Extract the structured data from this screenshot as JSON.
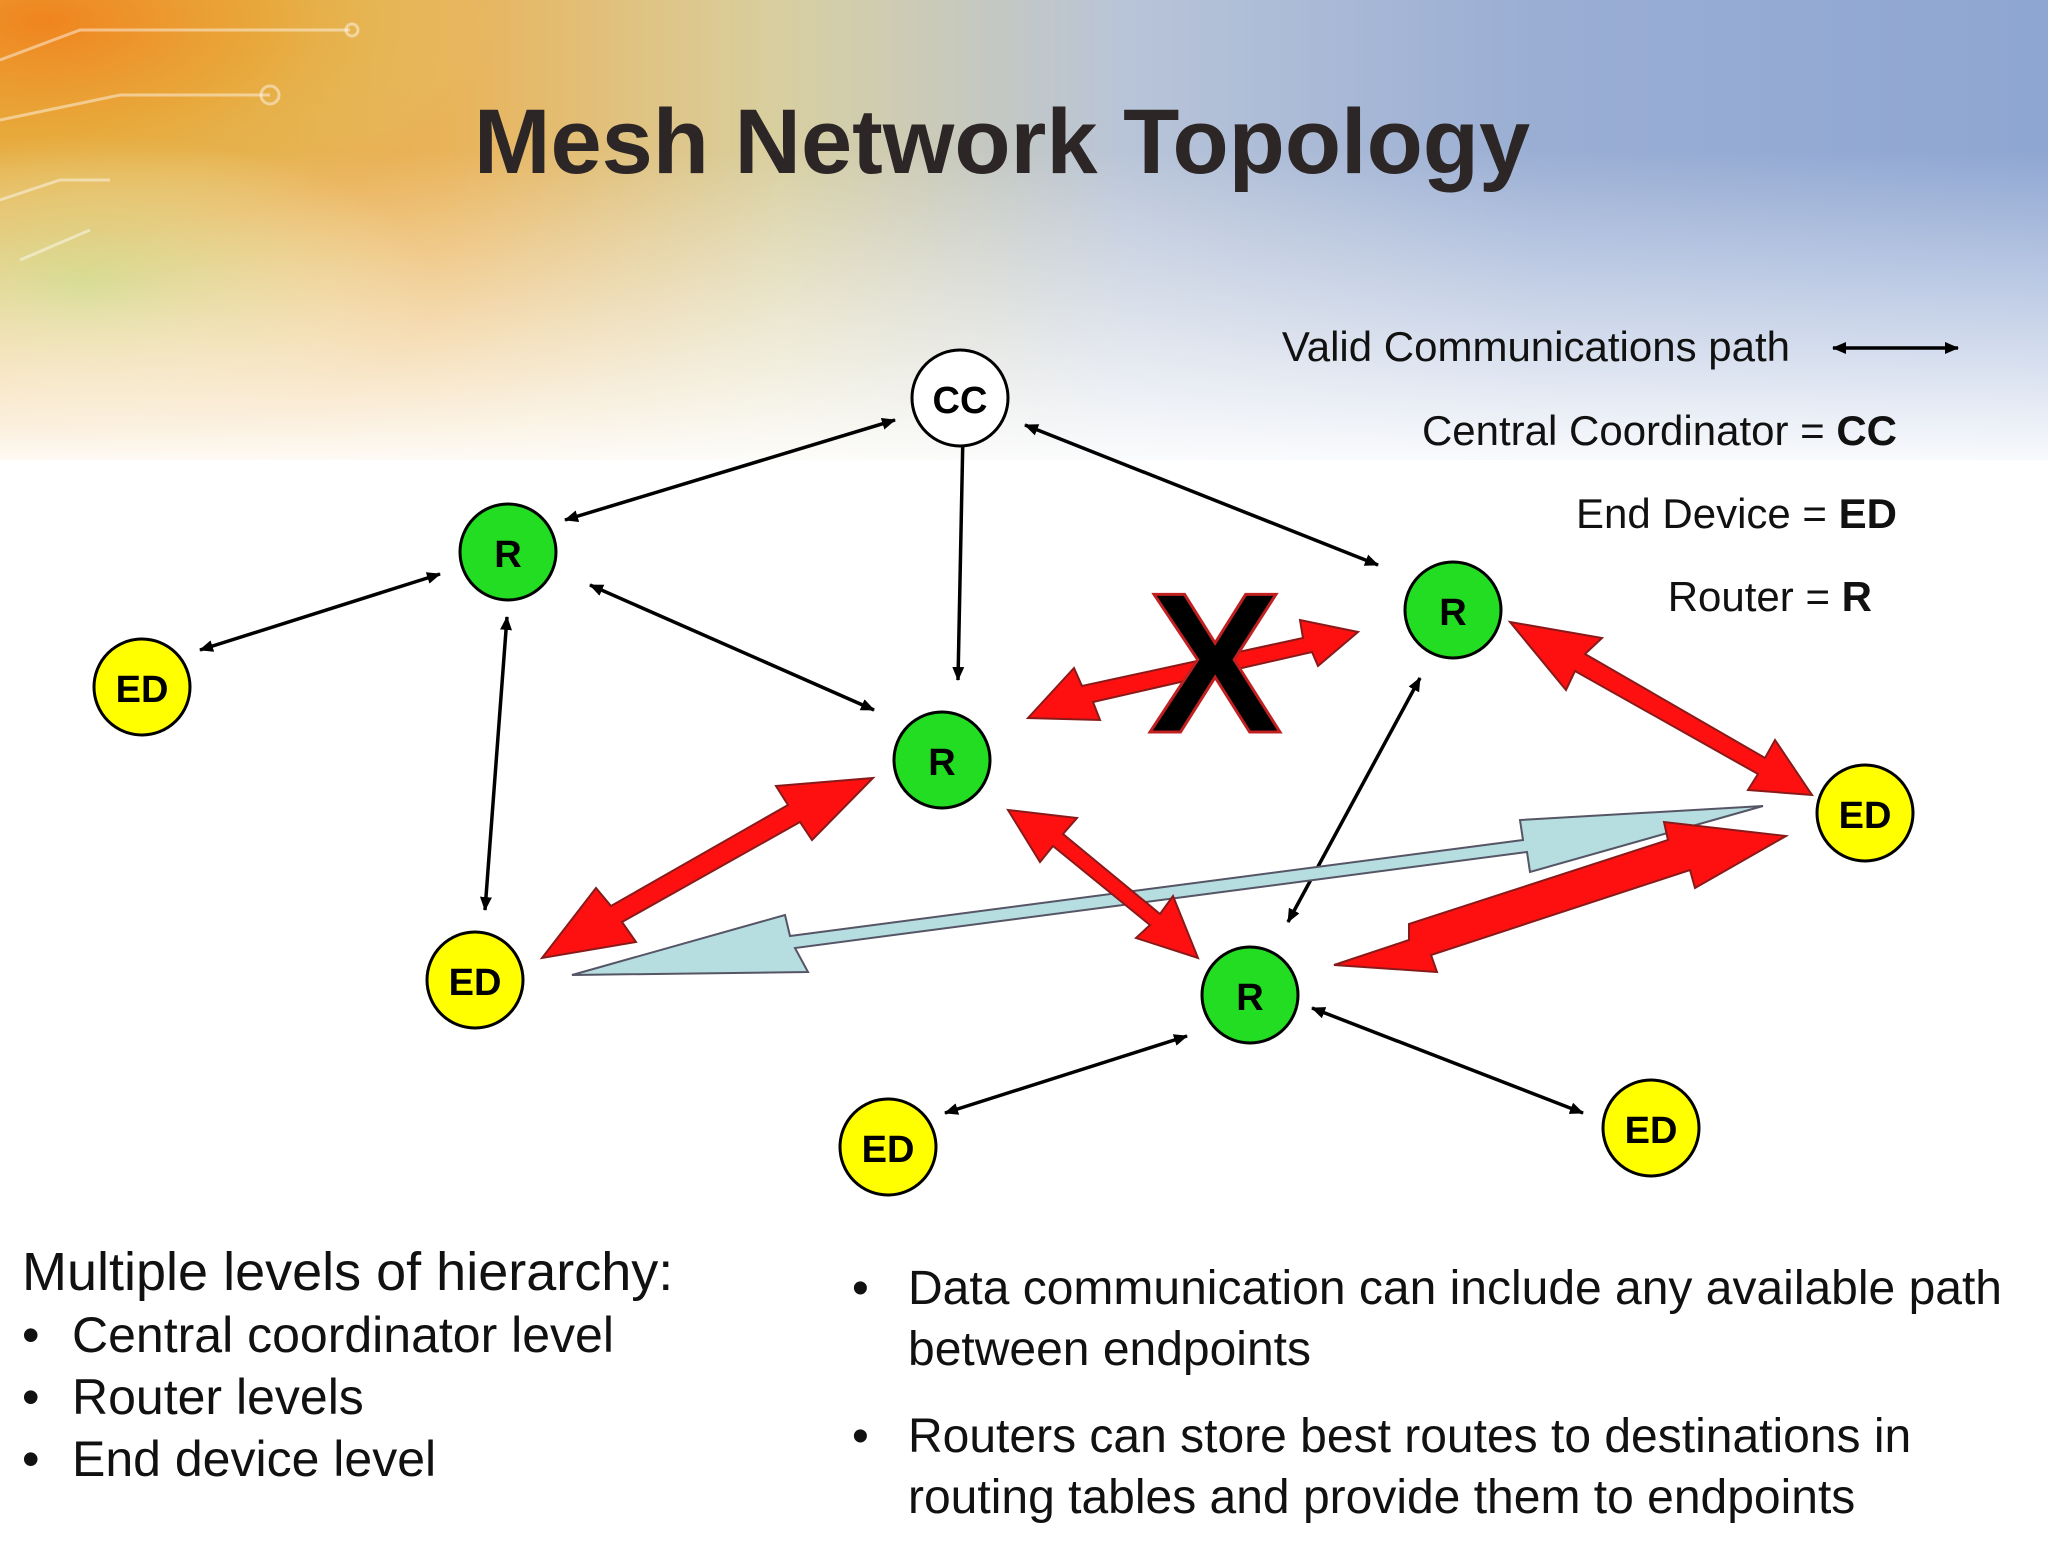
{
  "slide": {
    "title": "Mesh Network Topology"
  },
  "diagram": {
    "nodes": [
      {
        "id": "cc",
        "label": "CC",
        "kind": "coordinator"
      },
      {
        "id": "r1",
        "label": "R",
        "kind": "router"
      },
      {
        "id": "r2",
        "label": "R",
        "kind": "router"
      },
      {
        "id": "r3",
        "label": "R",
        "kind": "router"
      },
      {
        "id": "r4",
        "label": "R",
        "kind": "router"
      },
      {
        "id": "ed1",
        "label": "ED",
        "kind": "end-device"
      },
      {
        "id": "ed2",
        "label": "ED",
        "kind": "end-device"
      },
      {
        "id": "ed3",
        "label": "ED",
        "kind": "end-device"
      },
      {
        "id": "ed4",
        "label": "ED",
        "kind": "end-device"
      },
      {
        "id": "ed5",
        "label": "ED",
        "kind": "end-device"
      }
    ],
    "colors": {
      "router": "#22dd22",
      "end_device": "#ffff00",
      "coordinator": "#ffffff",
      "route_arrow": "#ff1010",
      "alt_route_arrow": "#b6dde0",
      "broken_link_mark": "#000000"
    },
    "broken_link_symbol": "X"
  },
  "legend": {
    "path_label": "Valid Communications path",
    "cc_prefix": "Central Coordinator = ",
    "cc_value": "CC",
    "ed_prefix": "End Device = ",
    "ed_value": "ED",
    "router_prefix": "Router = ",
    "router_value": "R"
  },
  "hierarchy": {
    "heading": "Multiple levels of hierarchy:",
    "items": [
      "Central coordinator level",
      "Router levels",
      "End device level"
    ]
  },
  "notes": {
    "bullets": [
      "Data communication can include any available path between endpoints",
      "Routers can store best routes to destinations in routing tables and provide them to endpoints"
    ]
  },
  "bullet_glyph": "•"
}
